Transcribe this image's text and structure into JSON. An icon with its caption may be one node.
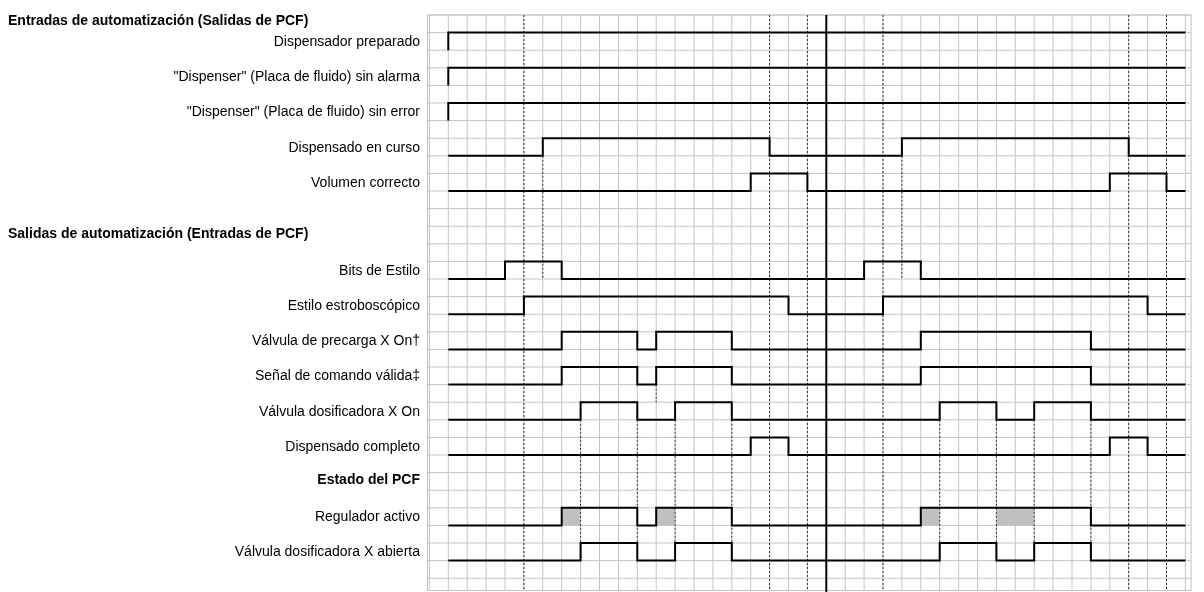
{
  "diagram": {
    "labels": [
      "Entradas de automatización (Salidas de PCF)",
      "Dispensador preparado",
      "\"Dispenser\" (Placa de fluido) sin alarma",
      "\"Dispenser\" (Placa de fluido) sin error",
      "Dispensado en curso",
      "Volumen correcto",
      "Salidas de automatización (Entradas de PCF)",
      "Bits de Estilo",
      "Estilo estroboscópico",
      "Válvula de precarga X On†",
      "Señal de comando válida‡",
      "Válvula dosificadora X On",
      "Dispensado completo",
      "Estado del PCF",
      "Regulador activo",
      "Válvula dosificadora X abierta"
    ]
  }
}
